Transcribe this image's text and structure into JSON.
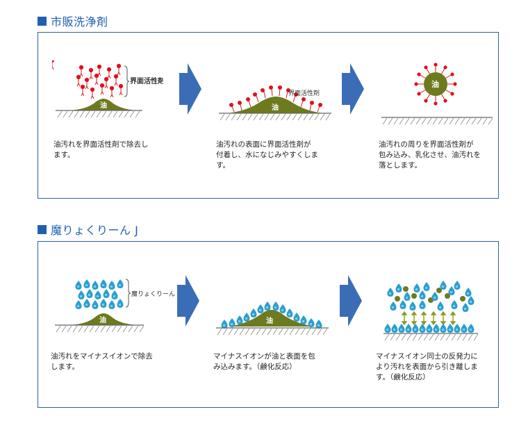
{
  "section1": {
    "title": "市販洗浄剤",
    "bracket_label_1": "界面活性剤",
    "bracket_label_2": "界面活性剤",
    "oil_label": "油",
    "step1": "油汚れを界面活性剤で除去し\nます。",
    "step2": "油汚れの表面に界面活性剤が\n付着し、水になじみやすくしま\nす。",
    "step3": "油汚れの周りを界面活性剤が\n包み込み、乳化させ、油汚れを\n落とします。"
  },
  "section2": {
    "title": "魔りょくりーん J",
    "bracket_label": "魔りょくりーん J",
    "oil_label": "油",
    "step1": "油汚れをマイナスイオンで除去\nします。",
    "step2": "マイナスイオンが油と表面を包\nみ込みます。（鹸化反応）",
    "step3": "マイナスイオン同士の反発力に\nより汚れを表面から引き離しま\nす。（鹸化反応）"
  },
  "colors": {
    "accent": "#1f5fb0",
    "arrow": "#3a6db5",
    "oil": "#6d7a1e",
    "surfactant": "#e0101a",
    "ion": "#2a9fd0"
  }
}
